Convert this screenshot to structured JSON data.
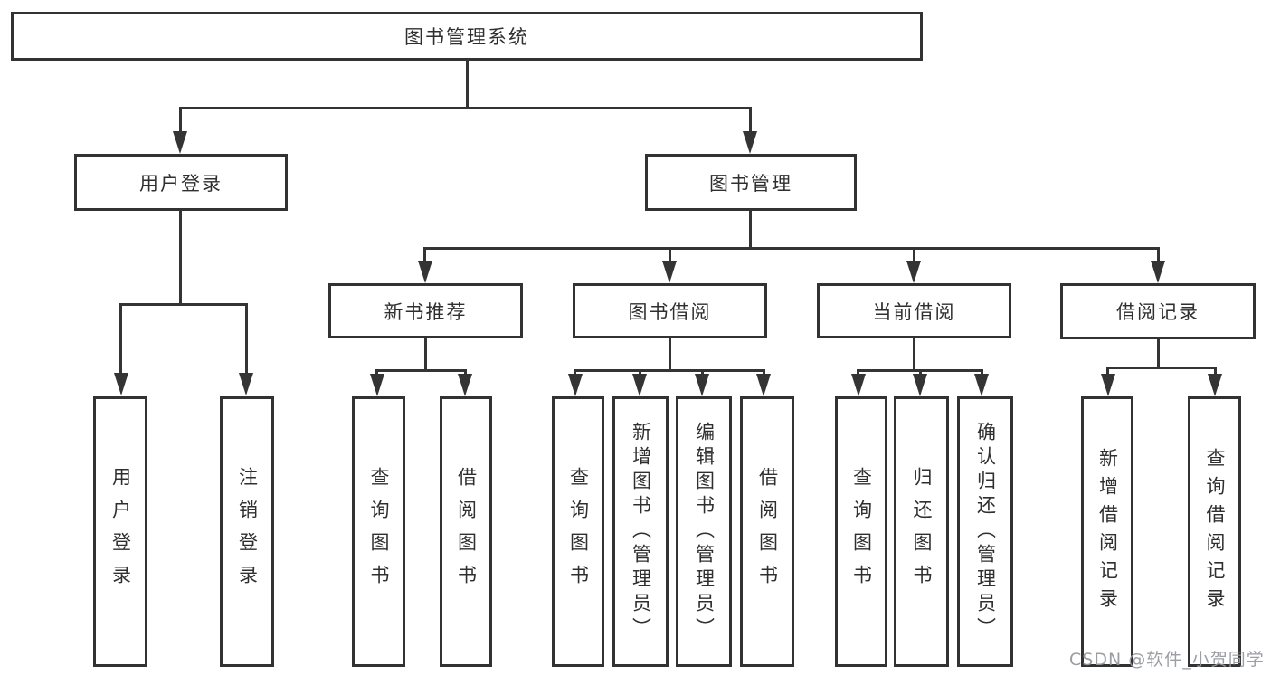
{
  "diagram": {
    "root": "图书管理系统",
    "login_branch": {
      "label": "用户登录",
      "children": [
        "用户登录",
        "注销登录"
      ]
    },
    "mgmt_branch": {
      "label": "图书管理",
      "groups": [
        {
          "label": "新书推荐",
          "children": [
            "查询图书",
            "借阅图书"
          ]
        },
        {
          "label": "图书借阅",
          "children": [
            "查询图书",
            "新增图书（管理员）",
            "编辑图书（管理员）",
            "借阅图书"
          ]
        },
        {
          "label": "当前借阅",
          "children": [
            "查询图书",
            "归还图书",
            "确认归还（管理员）"
          ]
        },
        {
          "label": "借阅记录",
          "children": [
            "新增借阅记录",
            "查询借阅记录"
          ]
        }
      ]
    }
  },
  "watermark": "CSDN @软件_小贺同学",
  "colors": {
    "line": "#343434",
    "box_border": "#323232",
    "text": "#2f2f2f",
    "watermark": "#96999e",
    "background": "#ffffff"
  }
}
